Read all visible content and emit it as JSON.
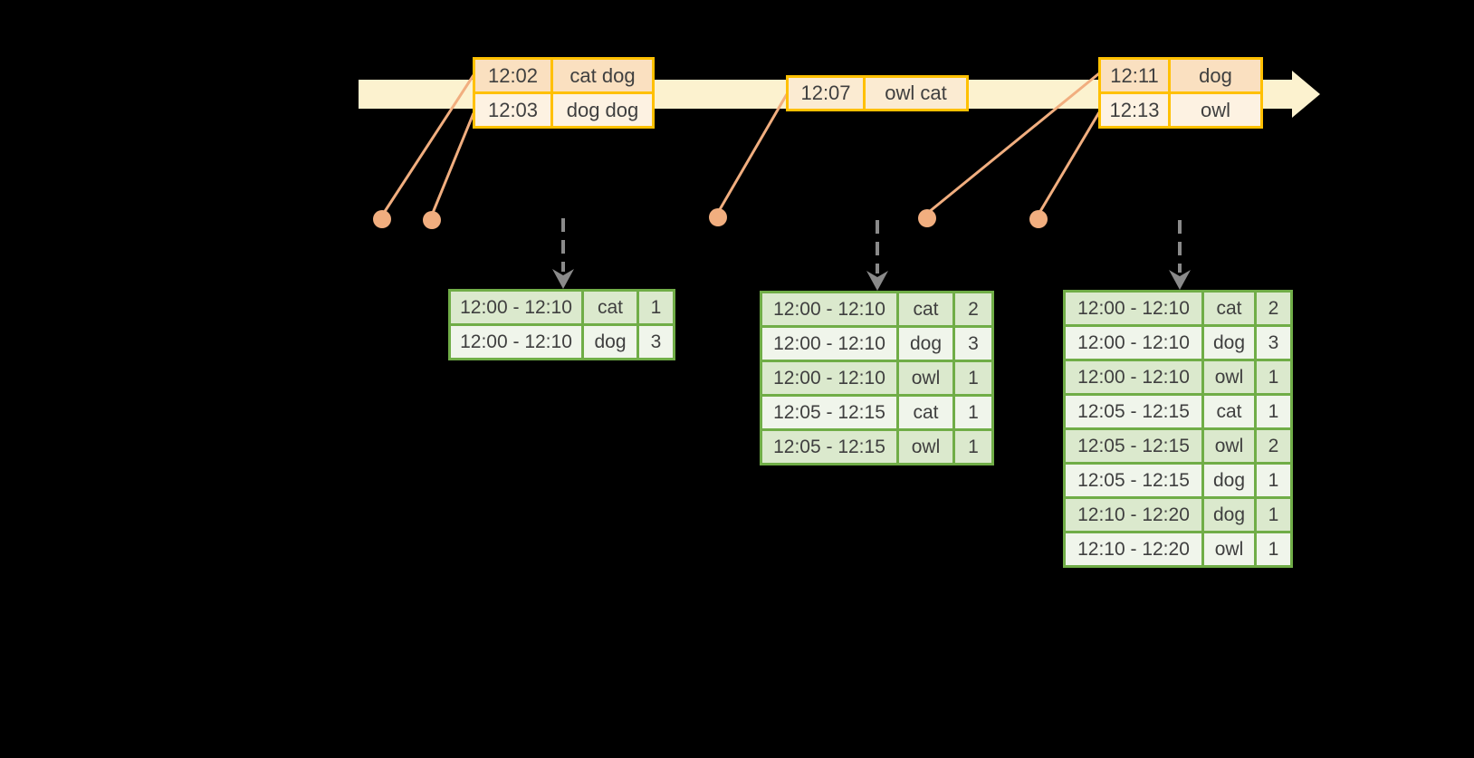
{
  "colors": {
    "background": "#000000",
    "band": "#FCF2CF",
    "gold_border": "#FFC000",
    "event_row_dark": "#FAE0C0",
    "event_row_light": "#FDF2E2",
    "event_row_medium": "#FBEBD2",
    "connector": "#F1AE7F",
    "dashed_arrow": "#8A8A8A",
    "green_border": "#70AD47",
    "result_row_dark": "#DBE9CD",
    "result_row_light": "#F0F5EB",
    "text": "#3F3F3F"
  },
  "event_tables": [
    {
      "rows": [
        {
          "time": "12:02",
          "words": "cat dog"
        },
        {
          "time": "12:03",
          "words": "dog dog"
        }
      ]
    },
    {
      "rows": [
        {
          "time": "12:07",
          "words": "owl cat"
        }
      ]
    },
    {
      "rows": [
        {
          "time": "12:11",
          "words": "dog"
        },
        {
          "time": "12:13",
          "words": "owl"
        }
      ]
    }
  ],
  "result_tables": [
    {
      "rows": [
        {
          "window": "12:00 - 12:10",
          "word": "cat",
          "count": "1"
        },
        {
          "window": "12:00 - 12:10",
          "word": "dog",
          "count": "3"
        }
      ]
    },
    {
      "rows": [
        {
          "window": "12:00 - 12:10",
          "word": "cat",
          "count": "2"
        },
        {
          "window": "12:00 - 12:10",
          "word": "dog",
          "count": "3"
        },
        {
          "window": "12:00 - 12:10",
          "word": "owl",
          "count": "1"
        },
        {
          "window": "12:05 - 12:15",
          "word": "cat",
          "count": "1"
        },
        {
          "window": "12:05 - 12:15",
          "word": "owl",
          "count": "1"
        }
      ]
    },
    {
      "rows": [
        {
          "window": "12:00 - 12:10",
          "word": "cat",
          "count": "2"
        },
        {
          "window": "12:00 - 12:10",
          "word": "dog",
          "count": "3"
        },
        {
          "window": "12:00 - 12:10",
          "word": "owl",
          "count": "1"
        },
        {
          "window": "12:05 - 12:15",
          "word": "cat",
          "count": "1"
        },
        {
          "window": "12:05 - 12:15",
          "word": "owl",
          "count": "2"
        },
        {
          "window": "12:05 - 12:15",
          "word": "dog",
          "count": "1"
        },
        {
          "window": "12:10 - 12:20",
          "word": "dog",
          "count": "1"
        },
        {
          "window": "12:10 - 12:20",
          "word": "owl",
          "count": "1"
        }
      ]
    }
  ]
}
